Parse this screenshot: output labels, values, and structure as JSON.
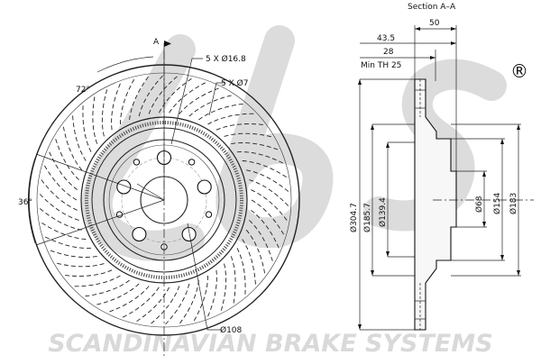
{
  "watermark": {
    "text": "SCANDINAVIAN BRAKE SYSTEMS",
    "registered": "®",
    "logo_color": "#dcdcdc"
  },
  "section_title": "Section A–A",
  "section_marker": "A",
  "front_view": {
    "angle_top": "72°",
    "angle_left": "36°",
    "bolt_holes": "5 X Ø16.8",
    "small_holes": "5 X Ø7",
    "inner_diameter": "Ø108"
  },
  "side_view": {
    "width_total": "50",
    "offset": "43.5",
    "thickness": "28",
    "min_thickness": "Min TH 25",
    "d_outer": "Ø304.7",
    "d_friction_inner": "Ø185.7",
    "d_hat": "Ø139.4",
    "d_center": "Ø68",
    "d_hub": "Ø154",
    "d_hat_outer": "Ø183"
  }
}
